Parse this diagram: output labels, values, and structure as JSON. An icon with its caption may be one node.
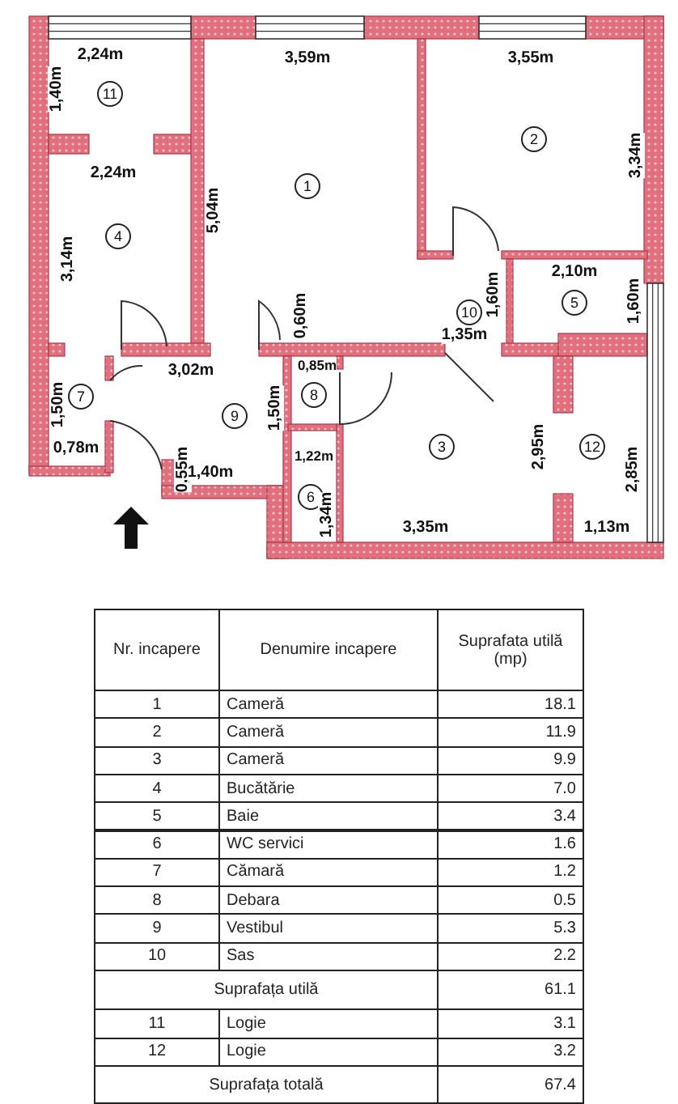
{
  "diagram": {
    "labels": [
      "2,24m",
      "1,40m",
      "11",
      "2,24m",
      "3,14m",
      "4",
      "3,59m",
      "5,04m",
      "1",
      "3,55m",
      "3,34m",
      "2",
      "0,60m",
      "10",
      "1,60m",
      "2,10m",
      "5",
      "1,60m",
      "1,35m",
      "3,02m",
      "0,85m",
      "7",
      "1,50m",
      "9",
      "1,50m",
      "8",
      "3",
      "2,95m",
      "12",
      "2,85m",
      "0,78m",
      "0,55m",
      "1,40m",
      "1,22m",
      "6",
      "1,34m",
      "3,35m",
      "1,13m",
      "Nr. incapere",
      "Denumire incapere",
      "Suprafata utilă (mp)",
      "1",
      "Cameră",
      "18.1",
      "2",
      "Cameră",
      "11.9",
      "3",
      "Cameră",
      "9.9",
      "4",
      "Bucătărie",
      "7.0",
      "5",
      "Baie",
      "3.4",
      "6",
      "WC servici",
      "1.6",
      "7",
      "Cămară",
      "1.2",
      "8",
      "Debara",
      "0.5",
      "9",
      "Vestibul",
      "5.3",
      "10",
      "Sas",
      "2.2",
      "Suprafața utilă",
      "61.1",
      "11",
      "Logie",
      "3.1",
      "12",
      "Logie",
      "3.2",
      "Suprafața totală",
      "67.4"
    ]
  }
}
